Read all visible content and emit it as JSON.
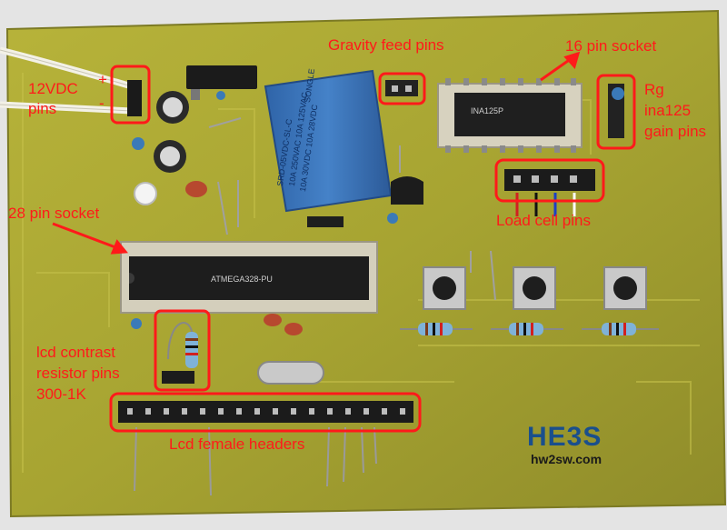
{
  "annotations": {
    "power_pins": [
      "12VDC",
      "pins"
    ],
    "power_plus": "+",
    "power_minus": "-",
    "gravity_feed": "Gravity feed pins",
    "socket_16": "16 pin socket",
    "gain_pins": [
      "Rg",
      "ina125",
      "gain pins"
    ],
    "load_cell": "Load cell pins",
    "socket_28": "28 pin socket",
    "lcd_contrast": [
      "lcd contrast",
      "resistor pins",
      "300-1K"
    ],
    "lcd_headers": "Lcd female headers"
  },
  "relay_text": {
    "brand": "SONGLE",
    "model": "SRD-05VDC-SL-C",
    "rating_1": "10A 250VAC  10A 125VAC",
    "rating_2": "10A 30VDC  10A 28VDC"
  },
  "chip_text": {
    "ina": "INA125P",
    "atmega": "ATMEGA328-PU"
  },
  "watermark": {
    "logo": "HE3S",
    "url": "hw2sw.com"
  },
  "colors": {
    "annotation": "#ff1a1a",
    "board": "#a9a62f",
    "relay": "#3c78c0"
  }
}
